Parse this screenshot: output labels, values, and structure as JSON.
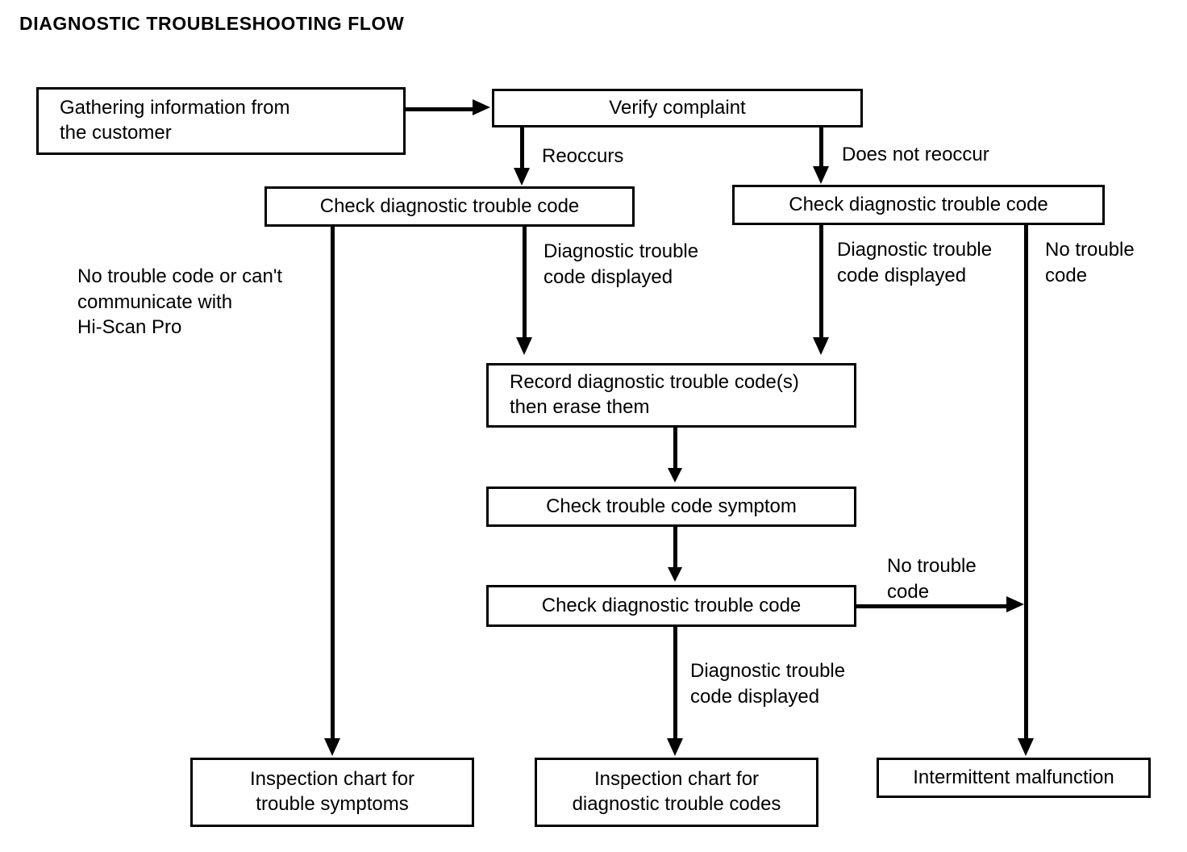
{
  "title": "DIAGNOSTIC TROUBLESHOOTING FLOW",
  "nodes": {
    "gathering": {
      "line1": "Gathering information from",
      "line2": "the customer"
    },
    "verify": {
      "line1": "Verify complaint"
    },
    "check_left": {
      "line1": "Check diagnostic trouble code"
    },
    "check_right": {
      "line1": "Check diagnostic trouble code"
    },
    "record": {
      "line1": "Record diagnostic trouble code(s)",
      "line2": "then erase them"
    },
    "check_symptom": {
      "line1": "Check trouble code symptom"
    },
    "check_dtc_lower": {
      "line1": "Check diagnostic trouble code"
    },
    "inspect_symptoms": {
      "line1": "Inspection chart for",
      "line2": "trouble symptoms"
    },
    "inspect_codes": {
      "line1": "Inspection chart for",
      "line2": "diagnostic trouble codes"
    },
    "intermittent": {
      "line1": "Intermittent malfunction"
    }
  },
  "edges": {
    "reoccurs": {
      "line1": "Reoccurs"
    },
    "does_not_reoccur": {
      "line1": "Does not reoccur"
    },
    "no_code_or_comm": {
      "line1": "No trouble code or can't",
      "line2": "communicate with",
      "line3": "Hi-Scan Pro"
    },
    "dtc_displayed_left": {
      "line1": "Diagnostic trouble",
      "line2": "code displayed"
    },
    "dtc_displayed_right": {
      "line1": "Diagnostic trouble",
      "line2": "code displayed"
    },
    "no_trouble_code_right": {
      "line1": "No trouble",
      "line2": "code"
    },
    "no_trouble_code_lower": {
      "line1": "No trouble",
      "line2": "code"
    },
    "dtc_displayed_lower": {
      "line1": "Diagnostic trouble",
      "line2": "code displayed"
    }
  },
  "colors": {
    "ink": "#000000",
    "paper": "#ffffff"
  }
}
